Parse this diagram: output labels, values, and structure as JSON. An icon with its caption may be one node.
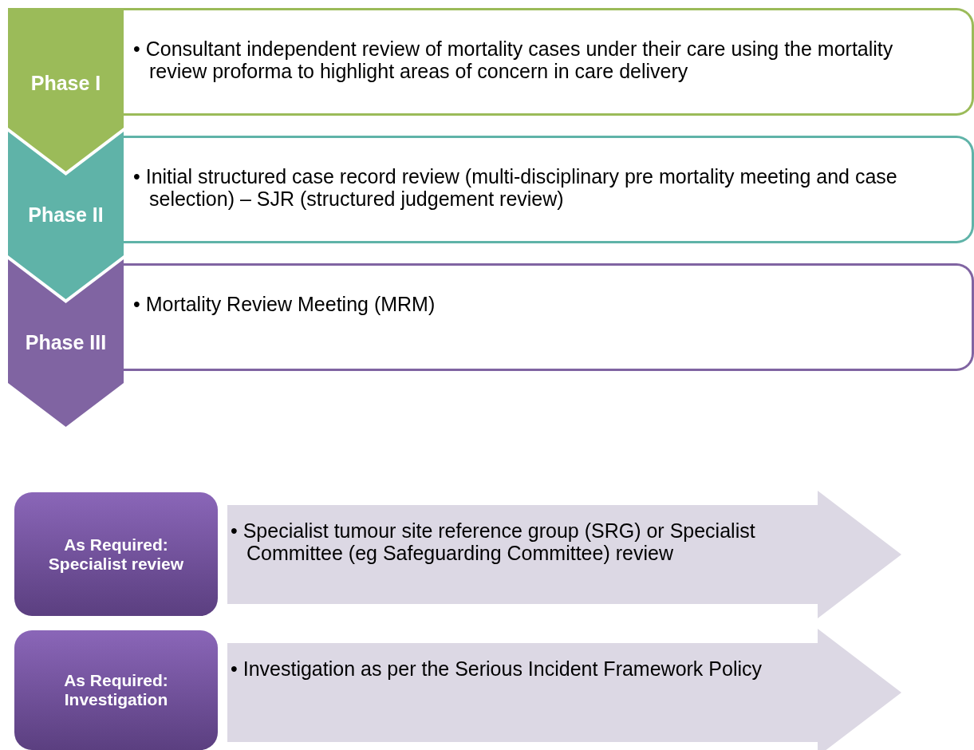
{
  "diagram": {
    "nodes": [
      {
        "text": [
          "Phase I"
        ]
      },
      {
        "text": [
          "• Consultant independent review of mortality cases under their care using the mortality review proforma to highlight areas of concern in care delivery"
        ]
      },
      {
        "text": [
          "Phase II"
        ]
      },
      {
        "text": [
          "• Initial structured case record review (multi-disciplinary pre mortality meeting and case selection) – SJR (structured judgement review)"
        ]
      },
      {
        "text": [
          "Phase III"
        ]
      },
      {
        "text": [
          "• Mortality Review Meeting (MRM)"
        ]
      },
      {
        "text": [
          "As Required: Specialist review"
        ]
      },
      {
        "text": [
          "• Specialist tumour site reference group (SRG) or Specialist Committee (eg Safeguarding Committee) review"
        ]
      },
      {
        "text": [
          "As Required: Investigation"
        ]
      },
      {
        "text": [
          "• Investigation as per the Serious Incident Framework Policy"
        ]
      }
    ]
  }
}
